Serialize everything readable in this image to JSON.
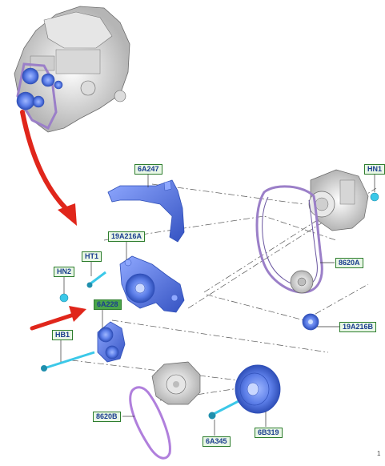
{
  "callouts": {
    "6A247": "6A247",
    "HN1": "HN1",
    "19A216A": "19A216A",
    "HT1": "HT1",
    "HN2": "HN2",
    "8620A": "8620A",
    "6A228": "6A228",
    "HB1": "HB1",
    "19A216B": "19A216B",
    "8620B": "8620B",
    "6A345": "6A345",
    "6B319": "6B319"
  },
  "page_marker": "1",
  "colors": {
    "callout_border": "#2d7d2d",
    "callout_fill": "#e9f7e6",
    "callout_fill_highlight": "#4aa54a",
    "callout_text": "#1a3d8f",
    "part_blue": "#4a6fd8",
    "belt_purple": "#9b7fc8",
    "arrow_red": "#e0261b",
    "leader_line": "#333333"
  }
}
